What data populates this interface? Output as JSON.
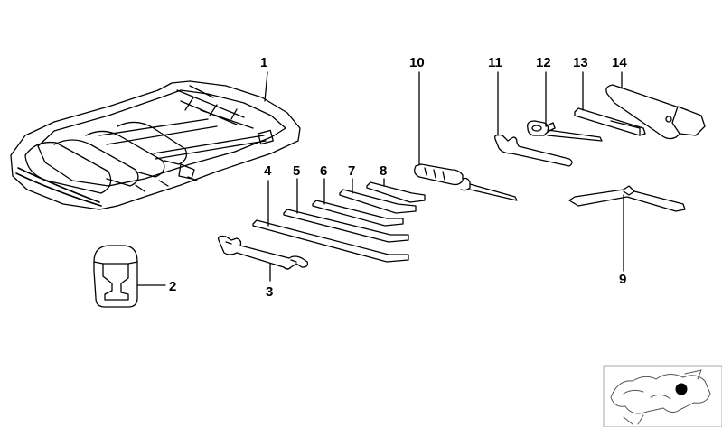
{
  "diagram": {
    "parts": [
      {
        "number": "1",
        "icon": "tool-roll-bag"
      },
      {
        "number": "2",
        "icon": "clip-holder"
      },
      {
        "number": "3",
        "icon": "open-end-wrench"
      },
      {
        "number": "4",
        "icon": "hex-key-long"
      },
      {
        "number": "5",
        "icon": "hex-key"
      },
      {
        "number": "6",
        "icon": "hex-key"
      },
      {
        "number": "7",
        "icon": "hex-key"
      },
      {
        "number": "8",
        "icon": "hex-key-short"
      },
      {
        "number": "9",
        "icon": "feeler-gauge"
      },
      {
        "number": "10",
        "icon": "screwdriver"
      },
      {
        "number": "11",
        "icon": "hook-spanner"
      },
      {
        "number": "12",
        "icon": "box-wrench-l"
      },
      {
        "number": "13",
        "icon": "tommy-bar"
      },
      {
        "number": "14",
        "icon": "spark-plug-socket"
      }
    ],
    "colors": {
      "line": "#000000",
      "fill": "#ffffff",
      "thumbnail_frame": "#aaaaaa",
      "thumbnail_marker": "#000000"
    }
  }
}
